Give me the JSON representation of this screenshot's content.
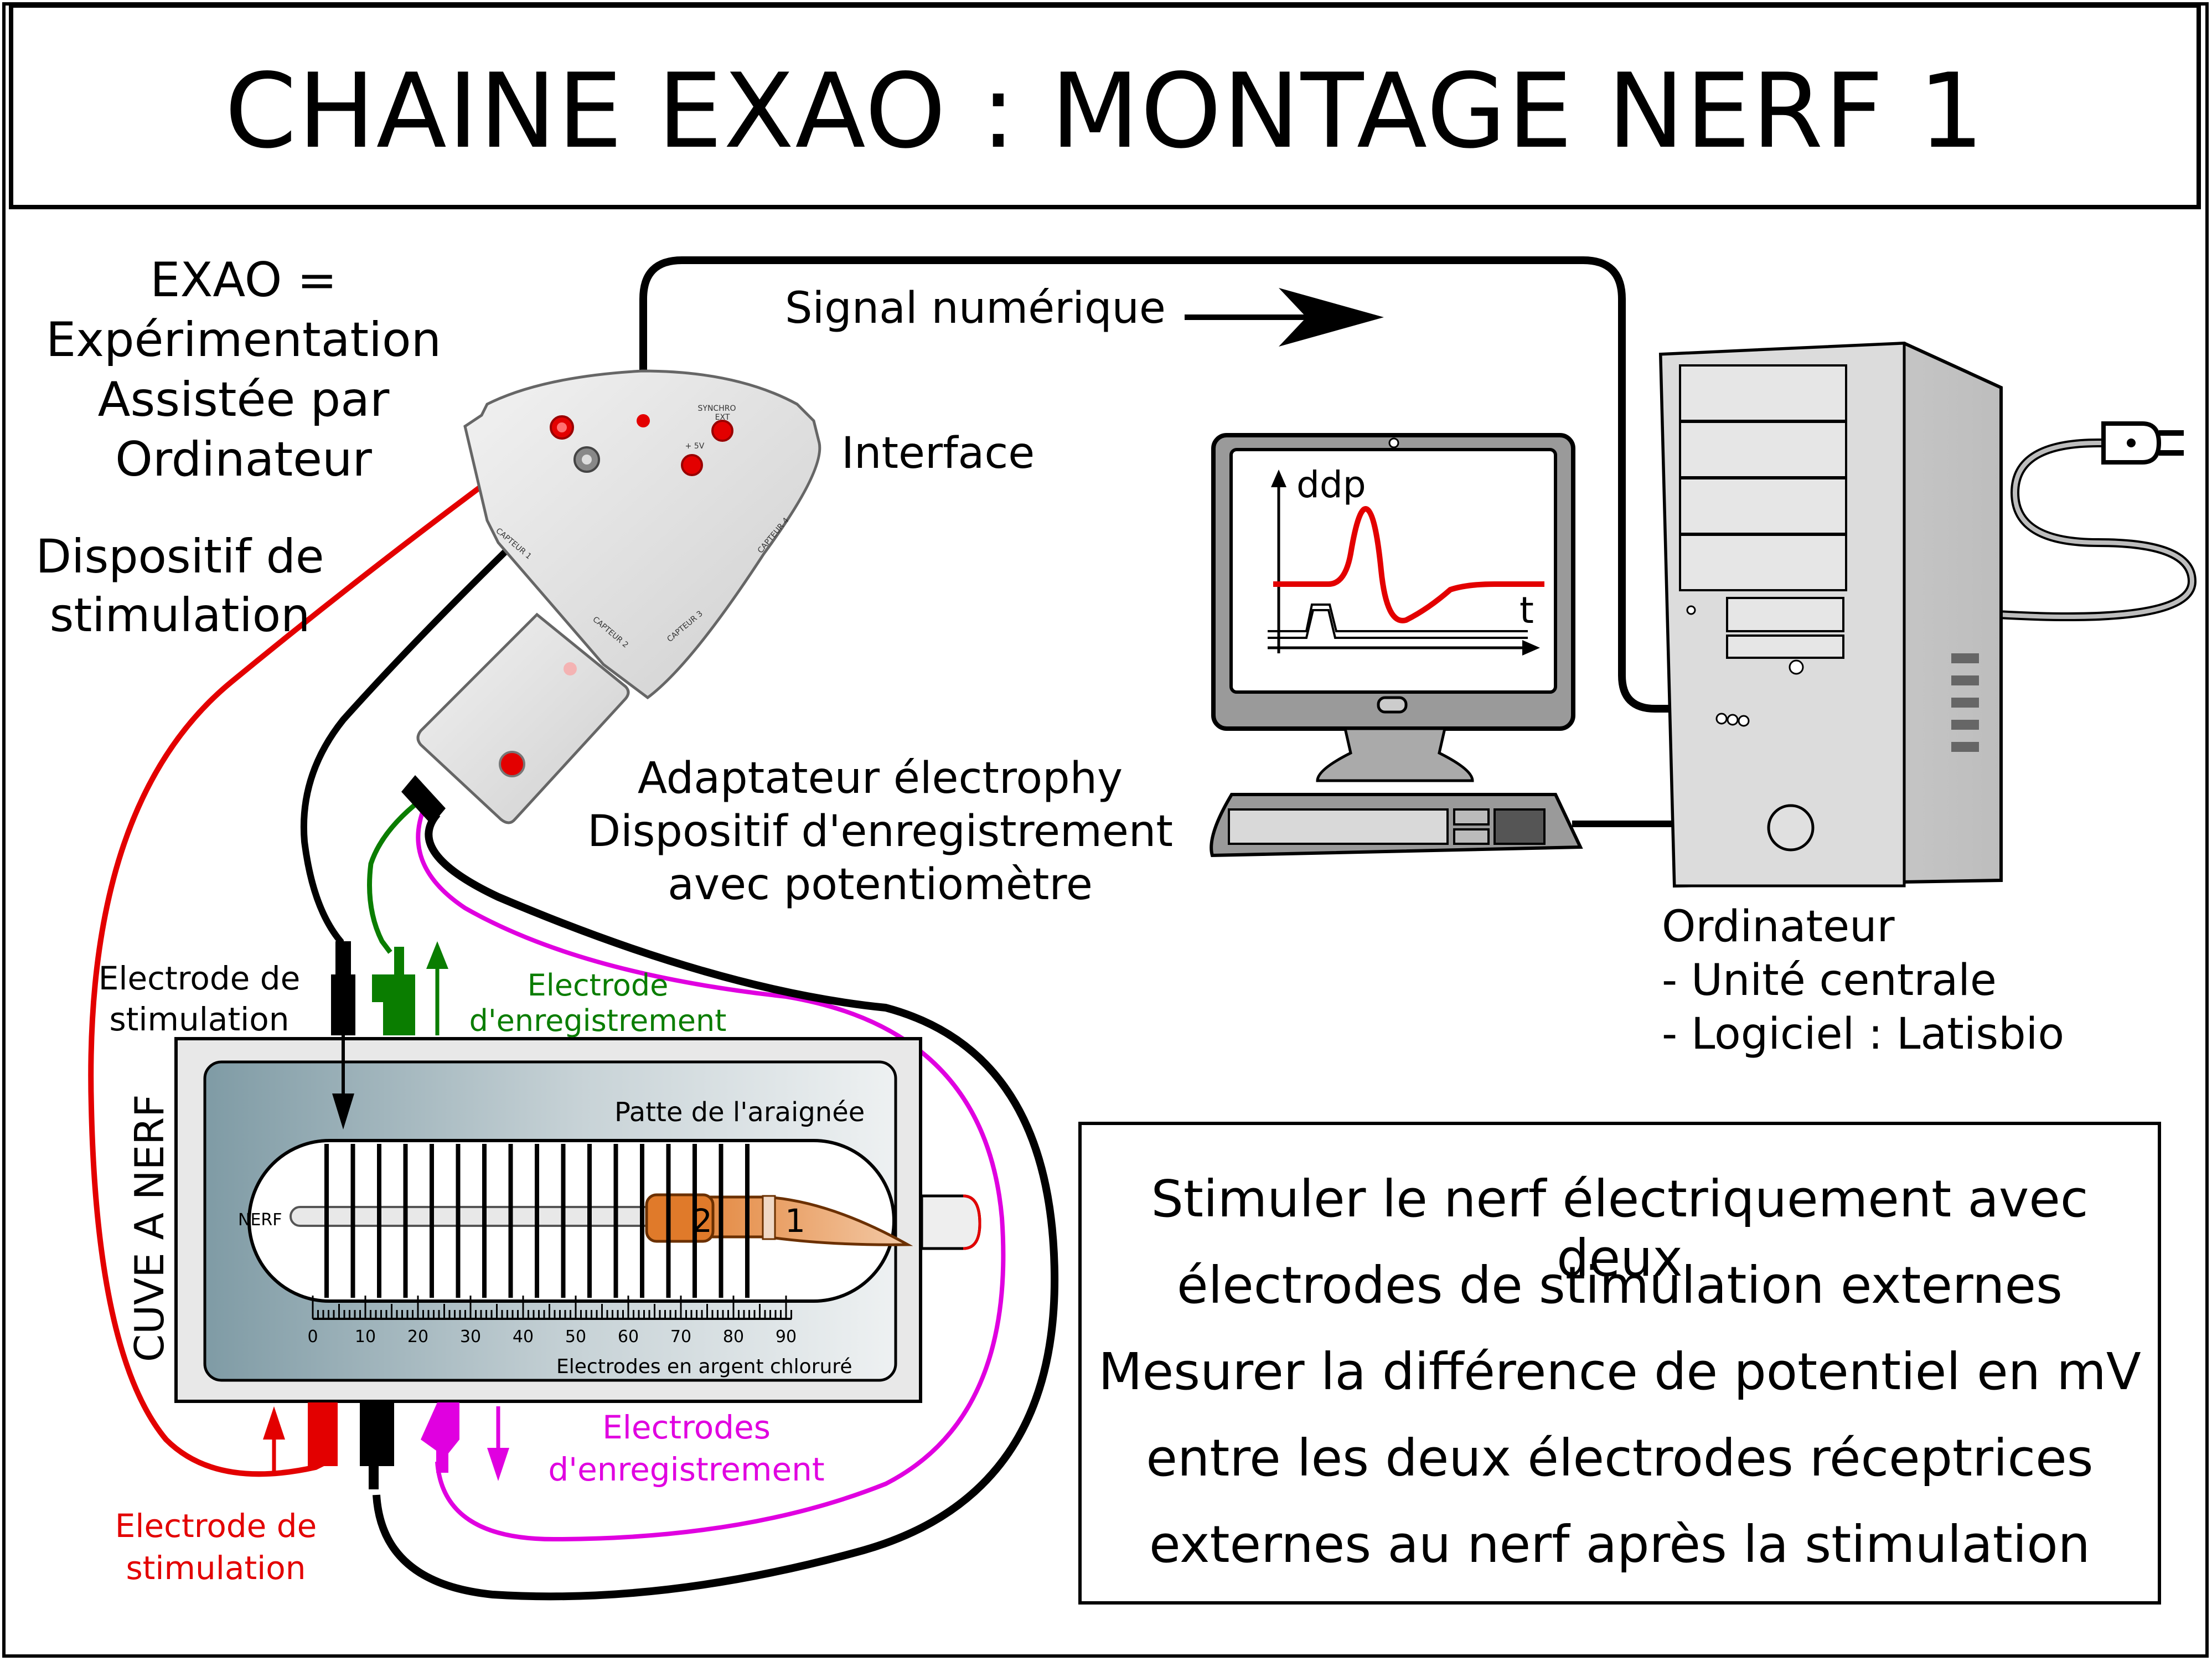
{
  "title": "CHAINE EXAO : MONTAGE NERF 1",
  "exao": {
    "line1": "EXAO =",
    "line2": "Expérimentation",
    "line3": "Assistée par",
    "line4": "Ordinateur"
  },
  "dispositif_stimulation": {
    "line1": "Dispositif de",
    "line2": "stimulation"
  },
  "signal_label": "Signal numérique",
  "interface_label": "Interface",
  "interface_box": {
    "synchro": "SYNCHRO",
    "ext": "EXT",
    "plus5v": "+ 5V",
    "capteur1": "CAPTEUR 1",
    "capteur2": "CAPTEUR 2",
    "capteur3": "CAPTEUR 3",
    "capteur4": "CAPTEUR 4"
  },
  "adaptateur": {
    "line1": "Adaptateur électrophy",
    "line2": "Dispositif d'enregistrement",
    "line3": "avec potentiomètre"
  },
  "ordinateur": {
    "line1": "Ordinateur",
    "line2": "- Unité centrale",
    "line3": "- Logiciel : Latisbio"
  },
  "screen_graph": {
    "ylabel": "ddp",
    "xlabel": "t"
  },
  "electrode_stim_top": {
    "line1": "Electrode de",
    "line2": "stimulation"
  },
  "electrode_enr_top": {
    "line1": "Electrode",
    "line2": "d'enregistrement"
  },
  "cuve_label": "CUVE A NERF",
  "patte_label": "Patte de l'araignée",
  "nerf_label": "NERF",
  "electrode_numbers": [
    "2",
    "1"
  ],
  "ruler_ticks": [
    "0",
    "10",
    "20",
    "30",
    "40",
    "50",
    "60",
    "70",
    "80",
    "90"
  ],
  "electrodes_argent": "Electrodes en argent chloruré",
  "electrodes_enr_bottom": {
    "line1": "Electrodes",
    "line2": "d'enregistrement"
  },
  "electrode_stim_bottom": {
    "line1": "Electrode de",
    "line2": "stimulation"
  },
  "info": {
    "line1": "Stimuler le nerf électriquement avec deux",
    "line2": "électrodes de stimulation externes",
    "line3": "Mesurer la différence de potentiel en mV",
    "line4": "entre les deux électrodes réceptrices",
    "line5": "externes au nerf après la stimulation"
  },
  "colors": {
    "stim_wire": "#e30000",
    "ground_wire": "#000000",
    "record_green": "#0a7d00",
    "record_magenta": "#e000e0",
    "signal_trace": "#e30000"
  }
}
